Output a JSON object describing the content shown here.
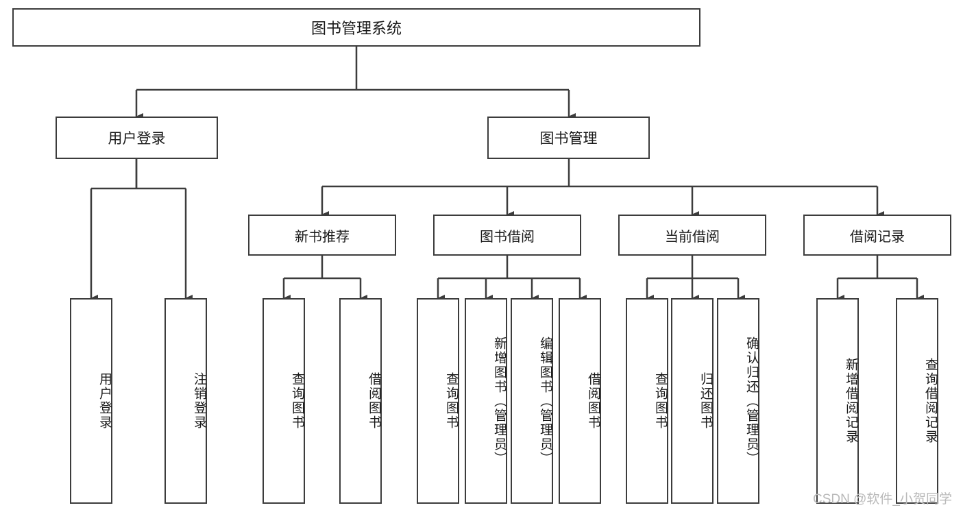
{
  "diagram": {
    "title": "图书管理系统",
    "type": "tree-hierarchy-chart",
    "root": {
      "id": "root",
      "label": "图书管理系统"
    },
    "level1": [
      {
        "id": "user-login",
        "label": "用户登录"
      },
      {
        "id": "book-management",
        "label": "图书管理"
      }
    ],
    "level2": [
      {
        "id": "new-book-recommend",
        "label": "新书推荐",
        "parent": "book-management"
      },
      {
        "id": "book-borrow",
        "label": "图书借阅",
        "parent": "book-management"
      },
      {
        "id": "current-borrow",
        "label": "当前借阅",
        "parent": "book-management"
      },
      {
        "id": "borrow-record",
        "label": "借阅记录",
        "parent": "book-management"
      }
    ],
    "leaves": [
      {
        "id": "leaf-user-login",
        "label": "用户登录",
        "parent": "user-login"
      },
      {
        "id": "leaf-logout",
        "label": "注销登录",
        "parent": "user-login"
      },
      {
        "id": "leaf-query-books-1",
        "label": "查询图书",
        "parent": "new-book-recommend"
      },
      {
        "id": "leaf-borrow-books-1",
        "label": "借阅图书",
        "parent": "new-book-recommend"
      },
      {
        "id": "leaf-query-books-2",
        "label": "查询图书",
        "parent": "book-borrow"
      },
      {
        "id": "leaf-add-book",
        "label": "新增图书（管理员）",
        "parent": "book-borrow"
      },
      {
        "id": "leaf-edit-book",
        "label": "编辑图书（管理员）",
        "parent": "book-borrow"
      },
      {
        "id": "leaf-borrow-books-2",
        "label": "借阅图书",
        "parent": "book-borrow"
      },
      {
        "id": "leaf-query-books-3",
        "label": "查询图书",
        "parent": "current-borrow"
      },
      {
        "id": "leaf-return-book",
        "label": "归还图书",
        "parent": "current-borrow"
      },
      {
        "id": "leaf-confirm-return",
        "label": "确认归还（管理员）",
        "parent": "current-borrow"
      },
      {
        "id": "leaf-add-record",
        "label": "新增借阅记录",
        "parent": "borrow-record"
      },
      {
        "id": "leaf-query-record",
        "label": "查询借阅记录",
        "parent": "borrow-record"
      }
    ]
  },
  "watermark": {
    "text": "CSDN @软件_小贺同学"
  },
  "colors": {
    "stroke": "#3c3c3c",
    "background": "#ffffff",
    "text": "#1a1a1a",
    "watermark": "#b9b9b9"
  }
}
